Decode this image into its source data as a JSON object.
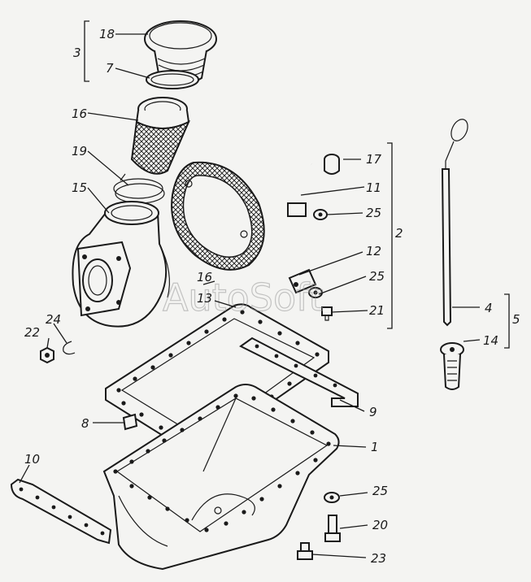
{
  "diagram": {
    "watermark": "AutoSoft",
    "labels": [
      {
        "id": "18",
        "text": "18"
      },
      {
        "id": "7",
        "text": "7"
      },
      {
        "id": "3",
        "text": "3"
      },
      {
        "id": "16a",
        "text": "16"
      },
      {
        "id": "19",
        "text": "19"
      },
      {
        "id": "15",
        "text": "15"
      },
      {
        "id": "17",
        "text": "17"
      },
      {
        "id": "11",
        "text": "11"
      },
      {
        "id": "25a",
        "text": "25"
      },
      {
        "id": "2",
        "text": "2"
      },
      {
        "id": "12",
        "text": "12"
      },
      {
        "id": "25b",
        "text": "25"
      },
      {
        "id": "21",
        "text": "21"
      },
      {
        "id": "16b",
        "text": "16"
      },
      {
        "id": "13",
        "text": "13"
      },
      {
        "id": "22",
        "text": "22"
      },
      {
        "id": "24",
        "text": "24"
      },
      {
        "id": "4",
        "text": "4"
      },
      {
        "id": "5",
        "text": "5"
      },
      {
        "id": "14",
        "text": "14"
      },
      {
        "id": "9",
        "text": "9"
      },
      {
        "id": "8",
        "text": "8"
      },
      {
        "id": "1",
        "text": "1"
      },
      {
        "id": "10",
        "text": "10"
      },
      {
        "id": "25c",
        "text": "25"
      },
      {
        "id": "20",
        "text": "20"
      },
      {
        "id": "23",
        "text": "23"
      }
    ]
  }
}
